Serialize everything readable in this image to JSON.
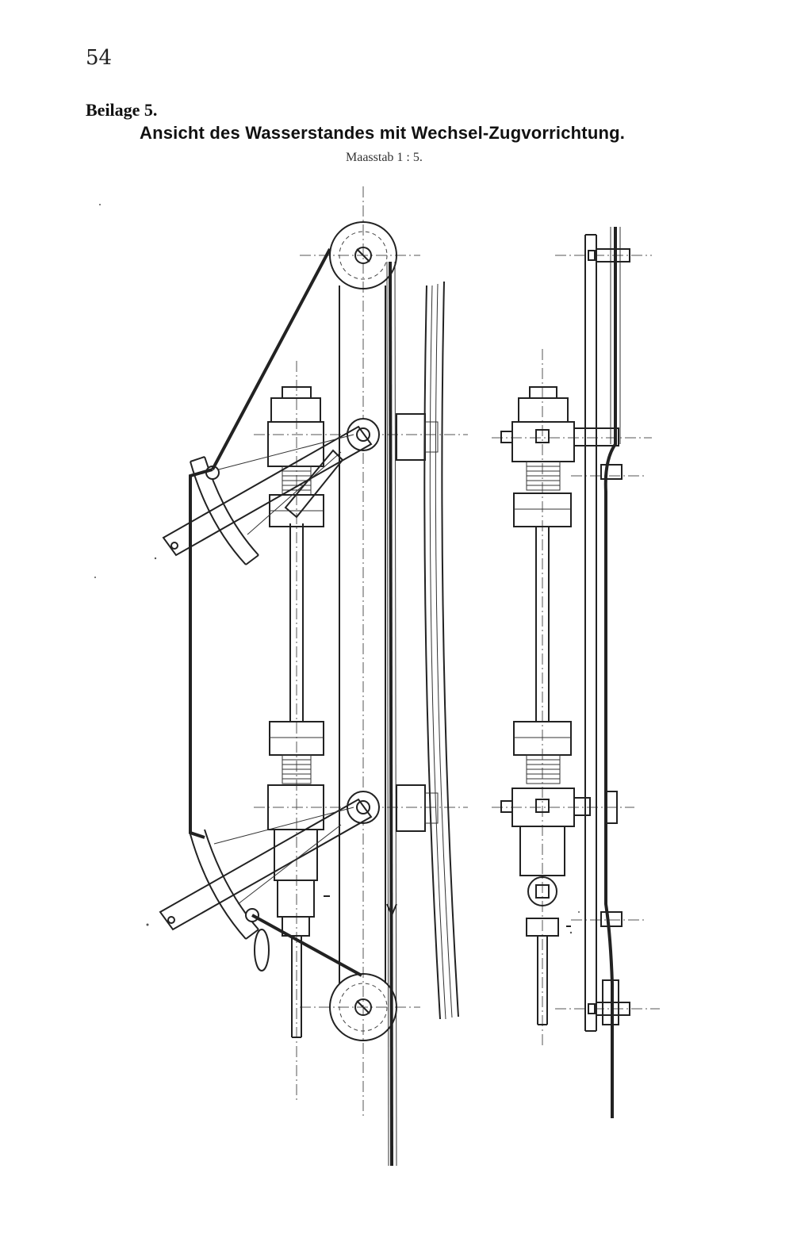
{
  "page": {
    "number": "54",
    "plate_label": "Beilage 5.",
    "title": "Ansicht des Wasserstandes mit Wechsel-Zugvorrichtung.",
    "scale": "Maasstab 1 : 5."
  },
  "colors": {
    "ink": "#222222",
    "paper": "#ffffff"
  }
}
